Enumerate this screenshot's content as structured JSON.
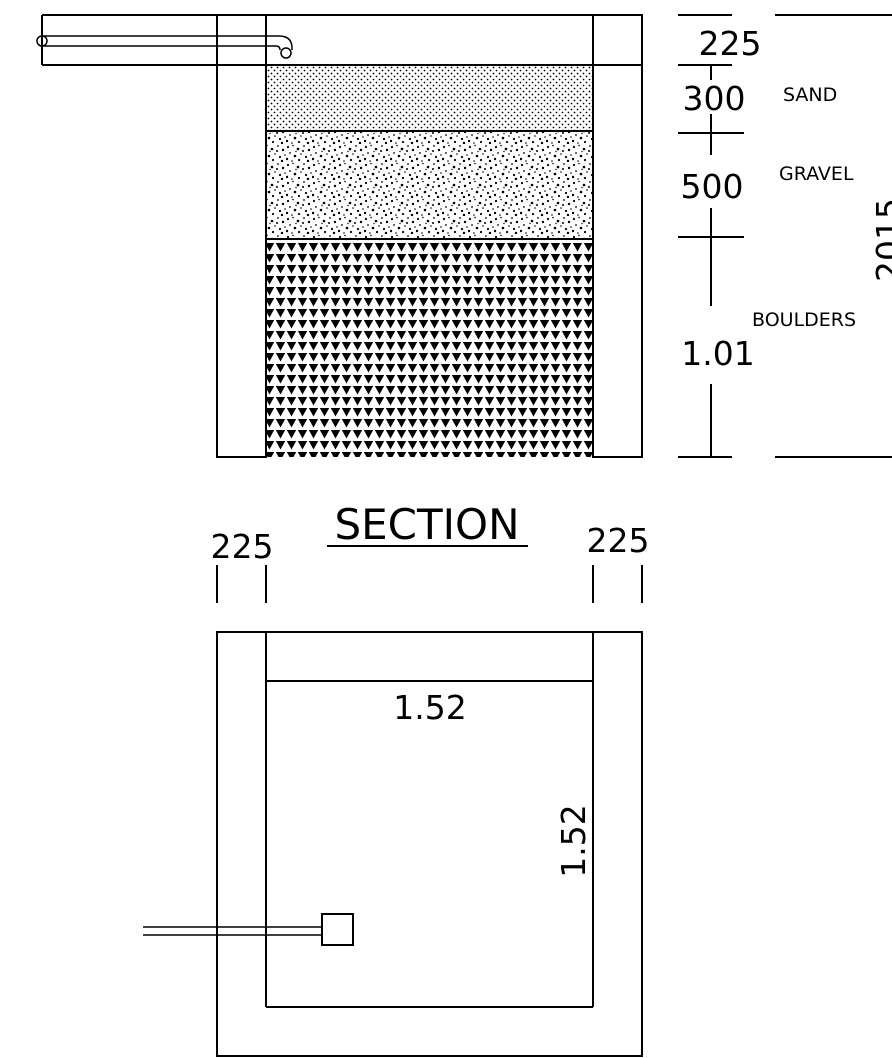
{
  "section": {
    "title": "SECTION",
    "layers": {
      "sand": "SAND",
      "gravel": "GRAVEL",
      "boulders": "BOULDERS"
    },
    "dims": {
      "top": "225",
      "sand": "300",
      "gravel": "500",
      "boulders": "1.01",
      "overall": "2015"
    }
  },
  "plan": {
    "wall_left": "225",
    "wall_right": "225",
    "width": "1.52",
    "depth": "1.52"
  },
  "colors": {
    "line": "#000000",
    "background": "#ffffff"
  }
}
